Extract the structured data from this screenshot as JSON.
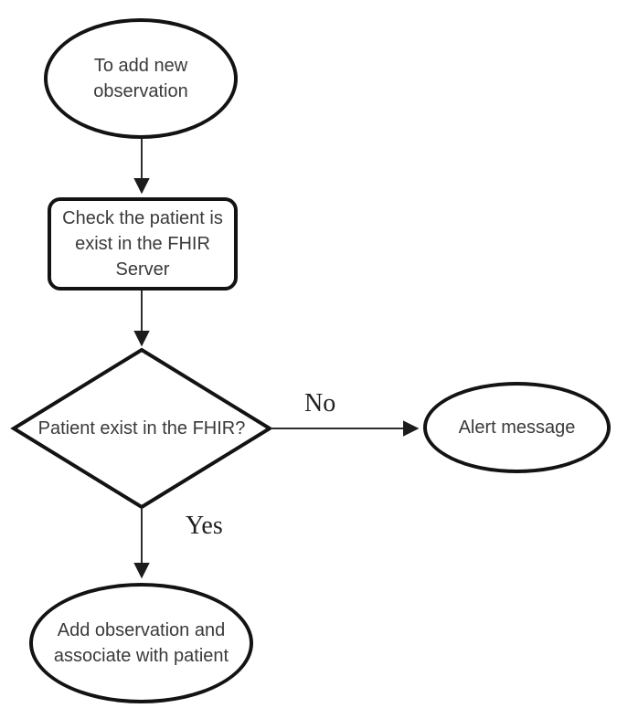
{
  "page": {
    "background": "#ffffff",
    "stroke_color": "#131313",
    "connector_color": "#2e2e2e",
    "text_color": "#3a3a3a",
    "edge_label_color": "#1f1f1f"
  },
  "diagram": {
    "type": "flowchart",
    "nodes": [
      {
        "id": "start",
        "shape": "ellipse",
        "label": "To add new\nobservation"
      },
      {
        "id": "check",
        "shape": "rounded-rect",
        "label": "Check the patient is\nexist in the FHIR\nServer"
      },
      {
        "id": "decision",
        "shape": "diamond",
        "label": "Patient exist in the FHIR?"
      },
      {
        "id": "alert",
        "shape": "ellipse",
        "label": "Alert message"
      },
      {
        "id": "add",
        "shape": "ellipse",
        "label": "Add observation and\nassociate with patient"
      }
    ],
    "edges": [
      {
        "from": "start",
        "to": "check",
        "label": ""
      },
      {
        "from": "check",
        "to": "decision",
        "label": ""
      },
      {
        "from": "decision",
        "to": "alert",
        "label": "No"
      },
      {
        "from": "decision",
        "to": "add",
        "label": "Yes"
      }
    ]
  }
}
